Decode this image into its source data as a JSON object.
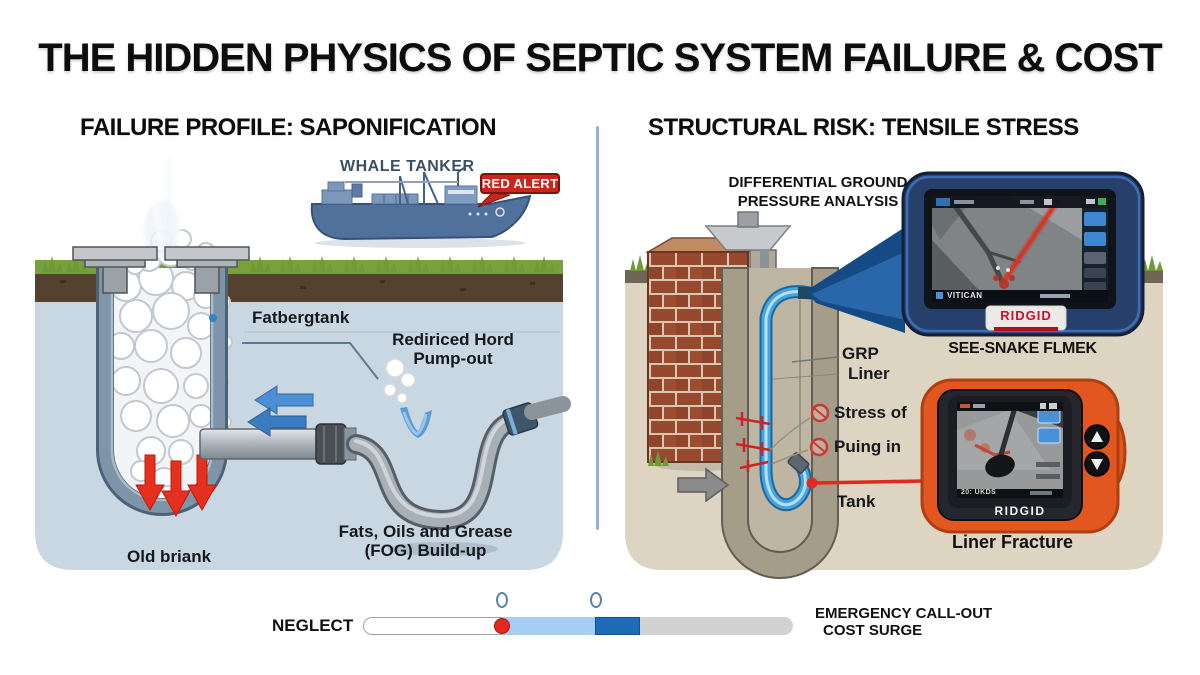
{
  "title": "THE HIDDEN PHYSICS OF SEPTIC SYSTEM FAILURE & COST",
  "left_panel": {
    "heading": "FAILURE PROFILE: SAPONIFICATION",
    "ship_label": "WHALE TANKER",
    "alert_badge": "RED ALERT",
    "fatberg_label": "Fatbergtank",
    "pumpout_line1": "Rediriced Hord",
    "pumpout_line2": "Pump-out",
    "fog_line1": "Fats, Oils and Grease",
    "fog_line2": "(FOG) Build-up",
    "old_label": "Old briank"
  },
  "right_panel": {
    "heading": "STRUCTURAL RISK: TENSILE STRESS",
    "analysis_line1": "DIFFERENTIAL GROUND",
    "analysis_line2": "PRESSURE ANALYSIS",
    "grp_line1": "GRP",
    "grp_line2": "Liner",
    "stress_label": "Stress of",
    "pulling_label": "Puing in",
    "tank_label": "Tank",
    "device_top": {
      "brand": "RIDGID",
      "screen_caption": "VITICAN",
      "label": "SEE-SNAKE FLMEK"
    },
    "device_bottom": {
      "brand": "RIDGID",
      "screen_caption": "20: UKDS",
      "label": "Liner Fracture"
    }
  },
  "slider": {
    "left_label": "NEGLECT",
    "right_line1": "EMERGENCY CALL-OUT",
    "right_line2": "COST SURGE"
  },
  "colors": {
    "alert_red": "#c5281c",
    "ridgid_red": "#c8102e",
    "marker_red": "#e02a1e",
    "pipe_blue": "#3da0dc",
    "divider_blue": "#8fb0dc",
    "slider_lightblue": "#a6cdf2",
    "slider_darkblue": "#1e6cb8",
    "slider_gray": "#d2d2d2",
    "device_blue": "#27406b",
    "device_orange": "#e2571f",
    "left_ground": "#c9d7e3",
    "right_ground": "#ded4c2"
  }
}
